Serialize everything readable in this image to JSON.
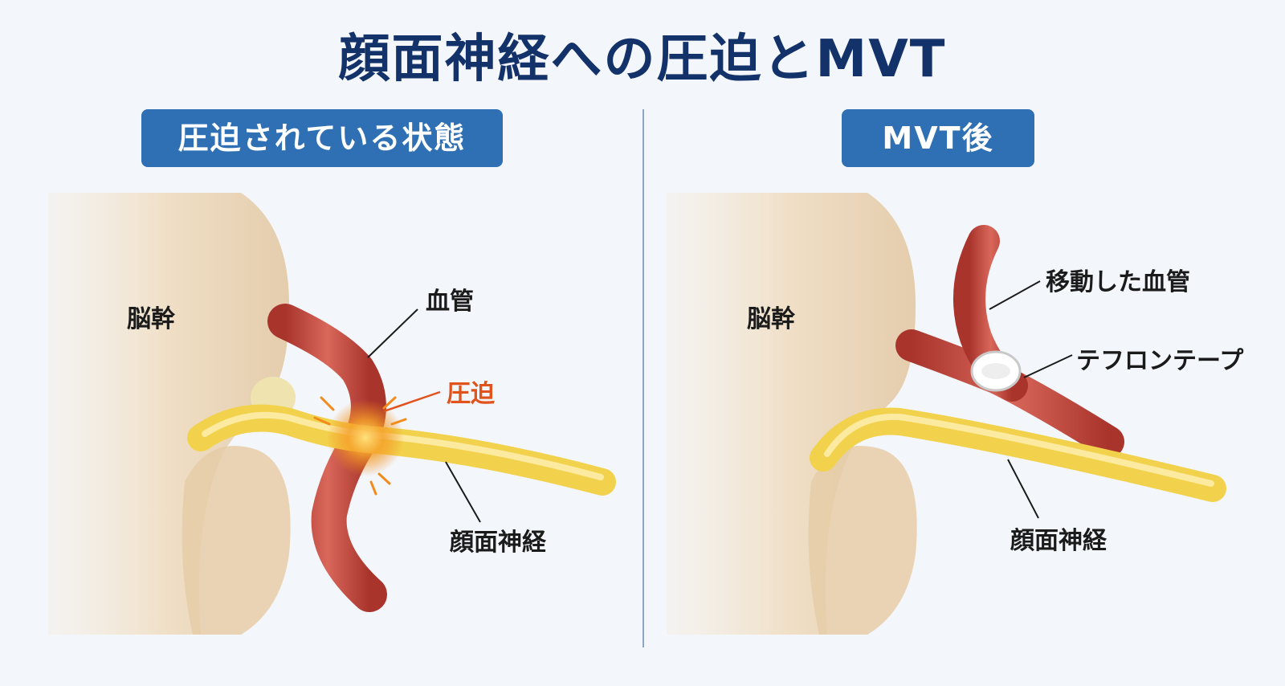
{
  "title": "顔面神経への圧迫とMVT",
  "panels": {
    "before": {
      "heading": "圧迫されている状態",
      "labels": {
        "brainstem": "脳幹",
        "vessel": "血管",
        "compression": "圧迫",
        "facial_nerve": "顔面神経"
      }
    },
    "after": {
      "heading": "MVT後",
      "labels": {
        "brainstem": "脳幹",
        "moved_vessel": "移動した血管",
        "teflon_tape": "テフロンテープ",
        "facial_nerve": "顔面神経"
      }
    }
  },
  "colors": {
    "title": "#14326a",
    "heading_bg": "#2f6fb4",
    "brainstem": "#ecd9bd",
    "vessel": "#c84a3f",
    "nerve": "#f2d24c",
    "compression": "#f28a1c",
    "tape": "#ffffff"
  }
}
